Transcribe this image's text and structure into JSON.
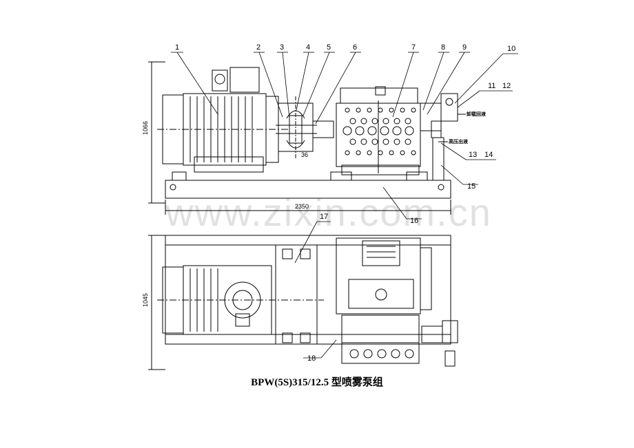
{
  "caption": "BPW(5S)315/12.5 型喷雾泵组",
  "watermark": "www.zixin.com.cn",
  "dimensions": {
    "top_height": "1066",
    "overall_length": "2350",
    "bottom_height": "1045",
    "flange": "36"
  },
  "notes": {
    "unload_return": "卸载回液",
    "high_pressure_out": "高压出液"
  },
  "callouts": [
    "1",
    "2",
    "3",
    "4",
    "5",
    "6",
    "7",
    "8",
    "9",
    "10",
    "11",
    "12",
    "13",
    "14",
    "15",
    "16",
    "17",
    "18"
  ]
}
